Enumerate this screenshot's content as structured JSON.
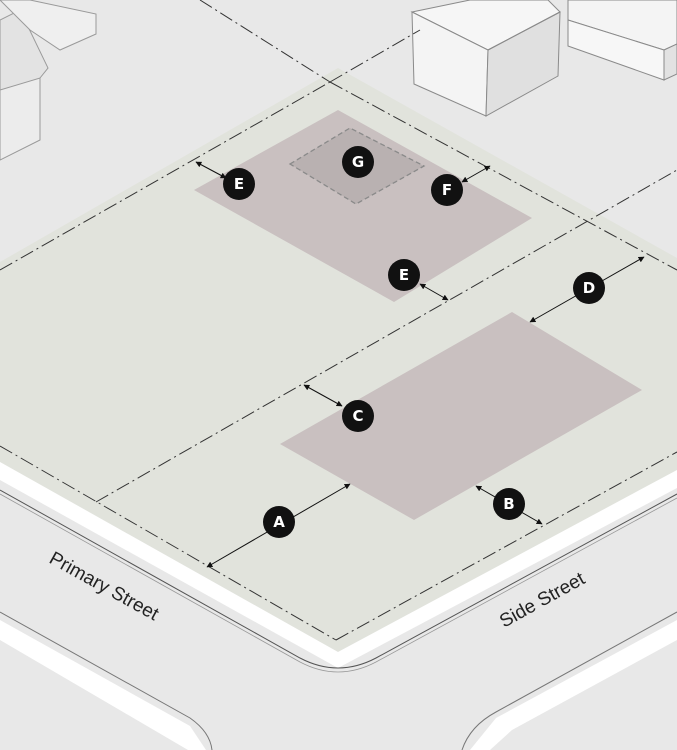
{
  "streets": {
    "primary": "Primary Street",
    "side": "Side Street"
  },
  "markers": {
    "A": "A",
    "B": "B",
    "C": "C",
    "D": "D",
    "E_rear_left": "E",
    "E_rear_right": "E",
    "F": "F",
    "G": "G"
  },
  "colors": {
    "lot": "#e1e3dc",
    "building": "#c9c0c0",
    "accessory": "#b9b1b1",
    "street": "#e8e8e8",
    "sidewalk": "#ffffff",
    "house_front": "#f2f2f2",
    "house_side": "#e2e2e2",
    "marker": "#111111"
  }
}
